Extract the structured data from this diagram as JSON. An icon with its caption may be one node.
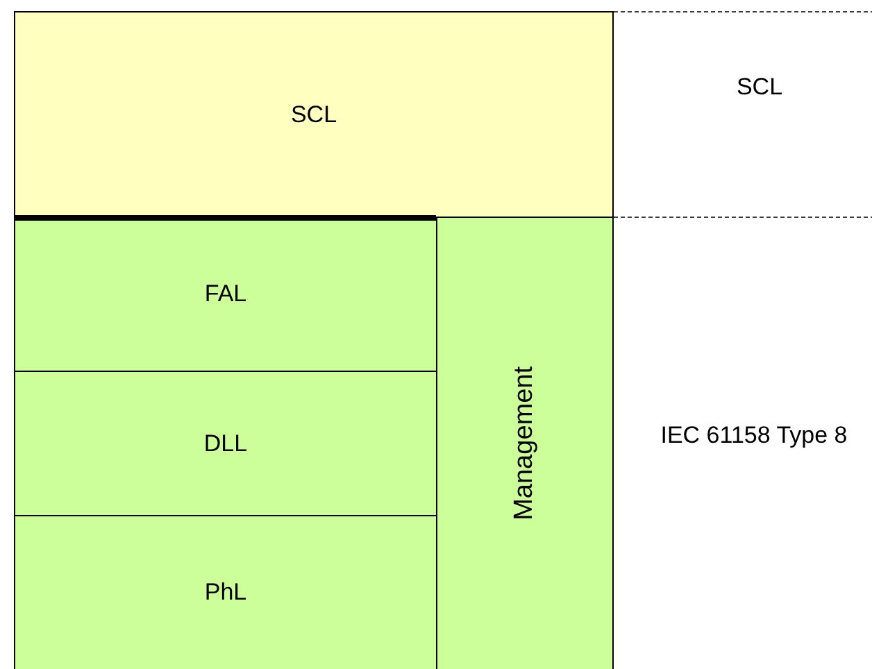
{
  "diagram": {
    "nodes": [
      {
        "text": [
          "SCL"
        ]
      },
      {
        "text": [
          "FAL"
        ]
      },
      {
        "text": [
          "DLL"
        ]
      },
      {
        "text": [
          "PhL"
        ]
      },
      {
        "text": [
          "Management"
        ]
      }
    ],
    "labels": [
      "SCL",
      "IEC 61158 Type 8"
    ]
  }
}
